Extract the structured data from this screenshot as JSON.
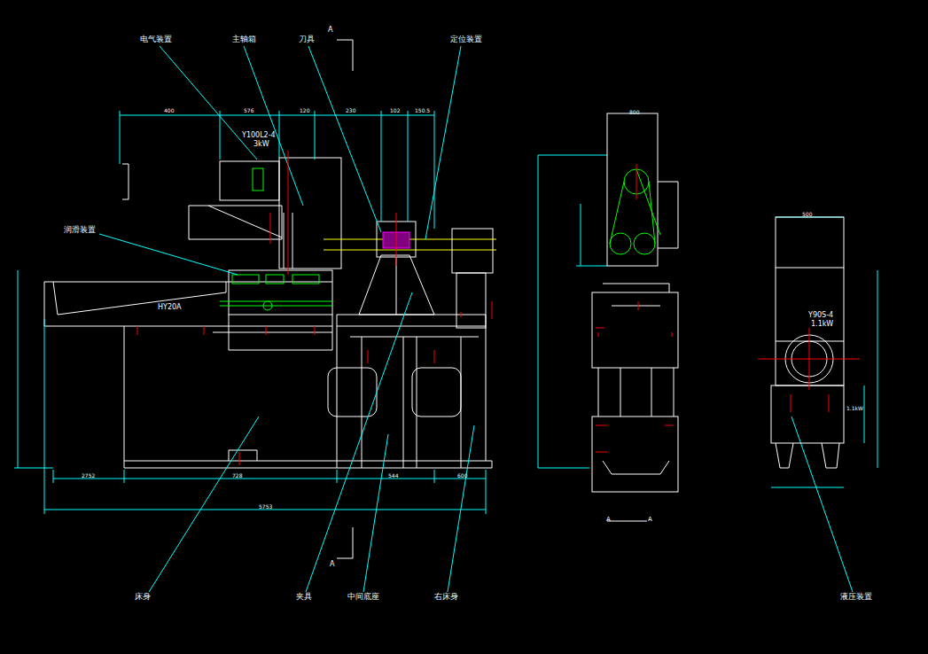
{
  "diagram": {
    "labels": [
      "电气装置",
      "主轴箱",
      "刀具",
      "定位装置",
      "润滑装置",
      "HY20A",
      "Y100L2-4",
      "3kW",
      "A",
      "A",
      "床身",
      "夹具",
      "中间底座",
      "右床身",
      "Y90S-4",
      "1.1kW",
      "液压装置",
      "A",
      "A",
      "400",
      "576",
      "120",
      "230",
      "102",
      "150.5",
      "2752",
      "728",
      "544",
      "600",
      "5753",
      "800",
      "500",
      "1.1kW"
    ]
  }
}
